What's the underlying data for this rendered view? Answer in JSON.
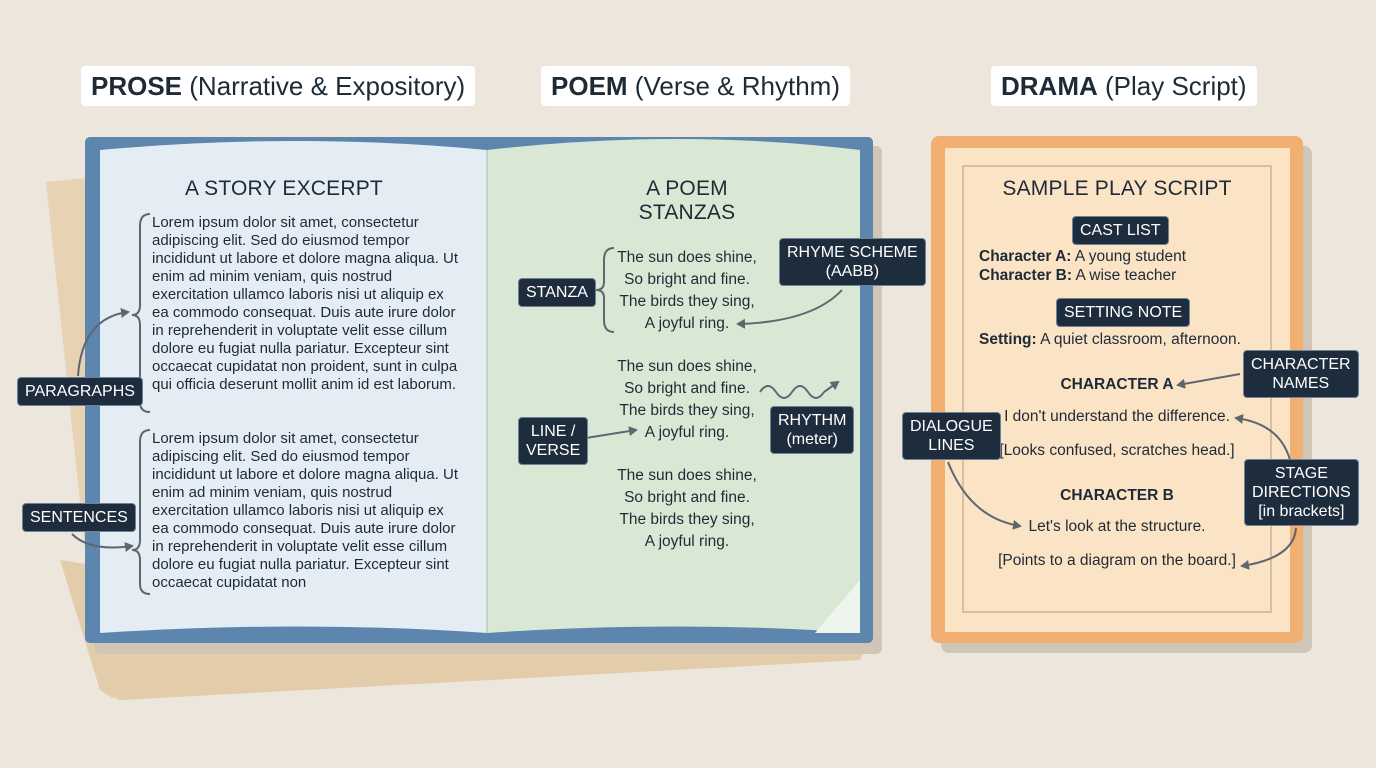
{
  "headings": {
    "prose": {
      "bold": "PROSE",
      "rest": " (Narrative & Expository)"
    },
    "poem": {
      "bold": "POEM",
      "rest": " (Verse & Rhythm)"
    },
    "drama": {
      "bold": "DRAMA",
      "rest": " (Play Script)"
    }
  },
  "prose": {
    "title": "A STORY EXCERPT",
    "paragraph1": "Lorem ipsum dolor sit amet, consectetur adipiscing elit. Sed do eiusmod tempor incididunt ut labore et dolore magna aliqua. Ut enim ad minim veniam, quis nostrud exercitation ullamco laboris nisi ut aliquip ex ea commodo consequat. Duis aute irure dolor in reprehenderit in voluptate velit esse cillum dolore eu fugiat nulla pariatur. Excepteur sint occaecat cupidatat non proident, sunt in culpa qui officia deserunt mollit anim id est laborum.",
    "paragraph2": "Lorem ipsum dolor sit amet, consectetur adipiscing elit. Sed do eiusmod tempor incididunt ut labore et dolore magna aliqua. Ut enim ad minim veniam, quis nostrud exercitation ullamco laboris nisi ut aliquip ex ea commodo consequat. Duis aute irure dolor in reprehenderit in voluptate velit esse cillum dolore eu fugiat nulla pariatur. Excepteur sint occaecat cupidatat non",
    "labels": {
      "paragraphs": "PARAGRAPHS",
      "sentences": "SENTENCES"
    }
  },
  "poem": {
    "title_line1": "A POEM",
    "title_line2": "STANZAS",
    "stanzas": [
      [
        "The sun does shine,",
        "So bright and fine.",
        "The birds they sing,",
        "A joyful ring."
      ],
      [
        "The sun does shine,",
        "So bright and fine.",
        "The birds they sing,",
        "A joyful ring."
      ],
      [
        "The sun does shine,",
        "So bright and fine.",
        "The birds they sing,",
        "A joyful ring."
      ]
    ],
    "labels": {
      "stanza": "STANZA",
      "rhyme_line1": "RHYME SCHEME",
      "rhyme_line2": "(AABB)",
      "line_line1": "LINE /",
      "line_line2": "VERSE",
      "rhythm_line1": "RHYTHM",
      "rhythm_line2": "(meter)"
    }
  },
  "drama": {
    "title": "SAMPLE PLAY SCRIPT",
    "cast_list_label": "CAST LIST",
    "cast": [
      {
        "name": "Character A:",
        "desc": " A young student"
      },
      {
        "name": "Character B:",
        "desc": " A wise teacher"
      }
    ],
    "setting_note_label": "SETTING NOTE",
    "setting": {
      "name": "Setting:",
      "desc": " A quiet classroom, afternoon."
    },
    "character_a": "CHARACTER A",
    "line_a": "I don't understand the difference.",
    "direction_a": "[Looks confused, scratches head.]",
    "character_b": "CHARACTER B",
    "line_b": "Let's look at the structure.",
    "direction_b": "[Points to a diagram on the board.]",
    "labels": {
      "character_names_line1": "CHARACTER",
      "character_names_line2": "NAMES",
      "dialogue_line1": "DIALOGUE",
      "dialogue_line2": "LINES",
      "stage_line1": "STAGE",
      "stage_line2": "DIRECTIONS",
      "stage_line3": "[in brackets]"
    }
  },
  "colors": {
    "background": "#ece6dc",
    "book_cover": "#5c86ad",
    "prose_page": "#e4ecf4",
    "poem_page": "#d9e8d5",
    "drama_border": "#f1b072",
    "drama_page": "#fbe3c6",
    "tag_fill": "#1e2d3d",
    "arrow": "#5e6670"
  }
}
